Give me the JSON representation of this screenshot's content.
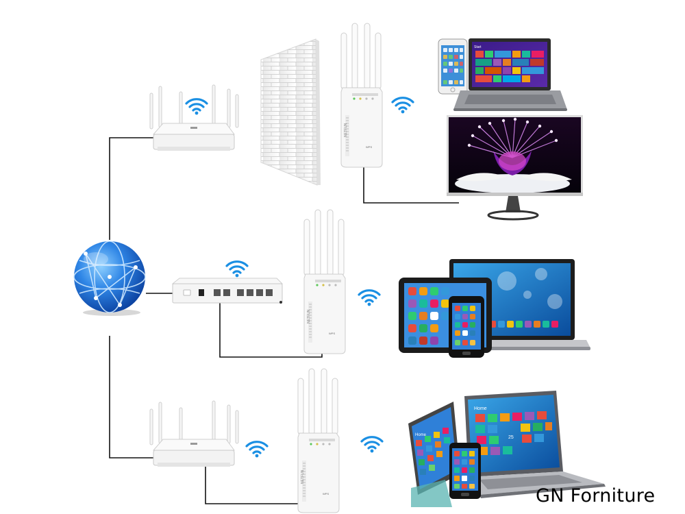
{
  "watermark": "GN Forniture",
  "extender_brand": "NETFUN",
  "extender_button": "WPS",
  "device_screen_labels": [
    "Start",
    "Home",
    "Home"
  ],
  "tablet_date": "25",
  "colors": {
    "cable": "#111111",
    "wifi": "#1a8fe3",
    "globe": "#1e6fd6",
    "device_white": "#f4f4f4",
    "laptop_grey": "#8e9096"
  },
  "icons": [
    "globe-icon",
    "router-icon",
    "modem-icon",
    "range-extender-icon",
    "wifi-icon",
    "brick-wall-icon",
    "smartphone-icon",
    "laptop-icon",
    "tv-monitor-icon",
    "tablet-icon"
  ]
}
